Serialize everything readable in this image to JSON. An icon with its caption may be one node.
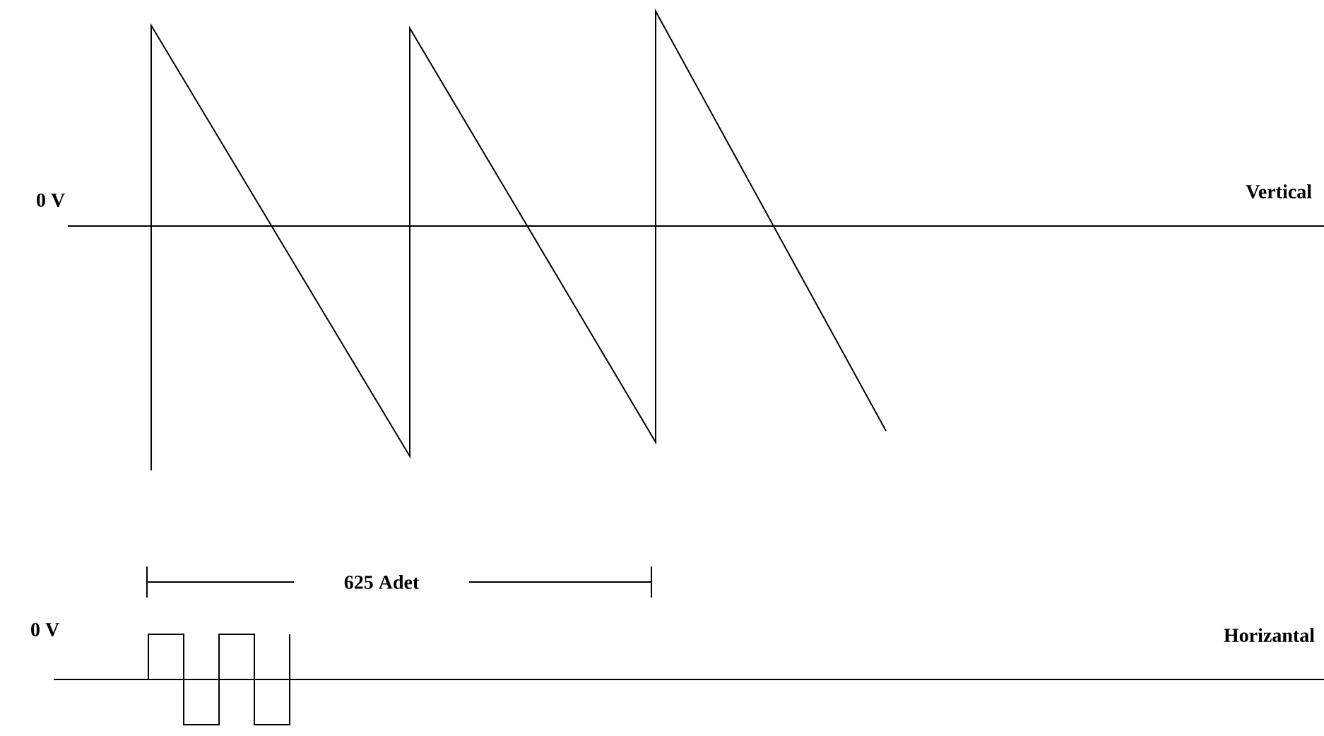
{
  "diagram": {
    "labels": [
      "0 V",
      "Vertical",
      "625 Adet",
      "0 V",
      "Horizantal"
    ]
  }
}
